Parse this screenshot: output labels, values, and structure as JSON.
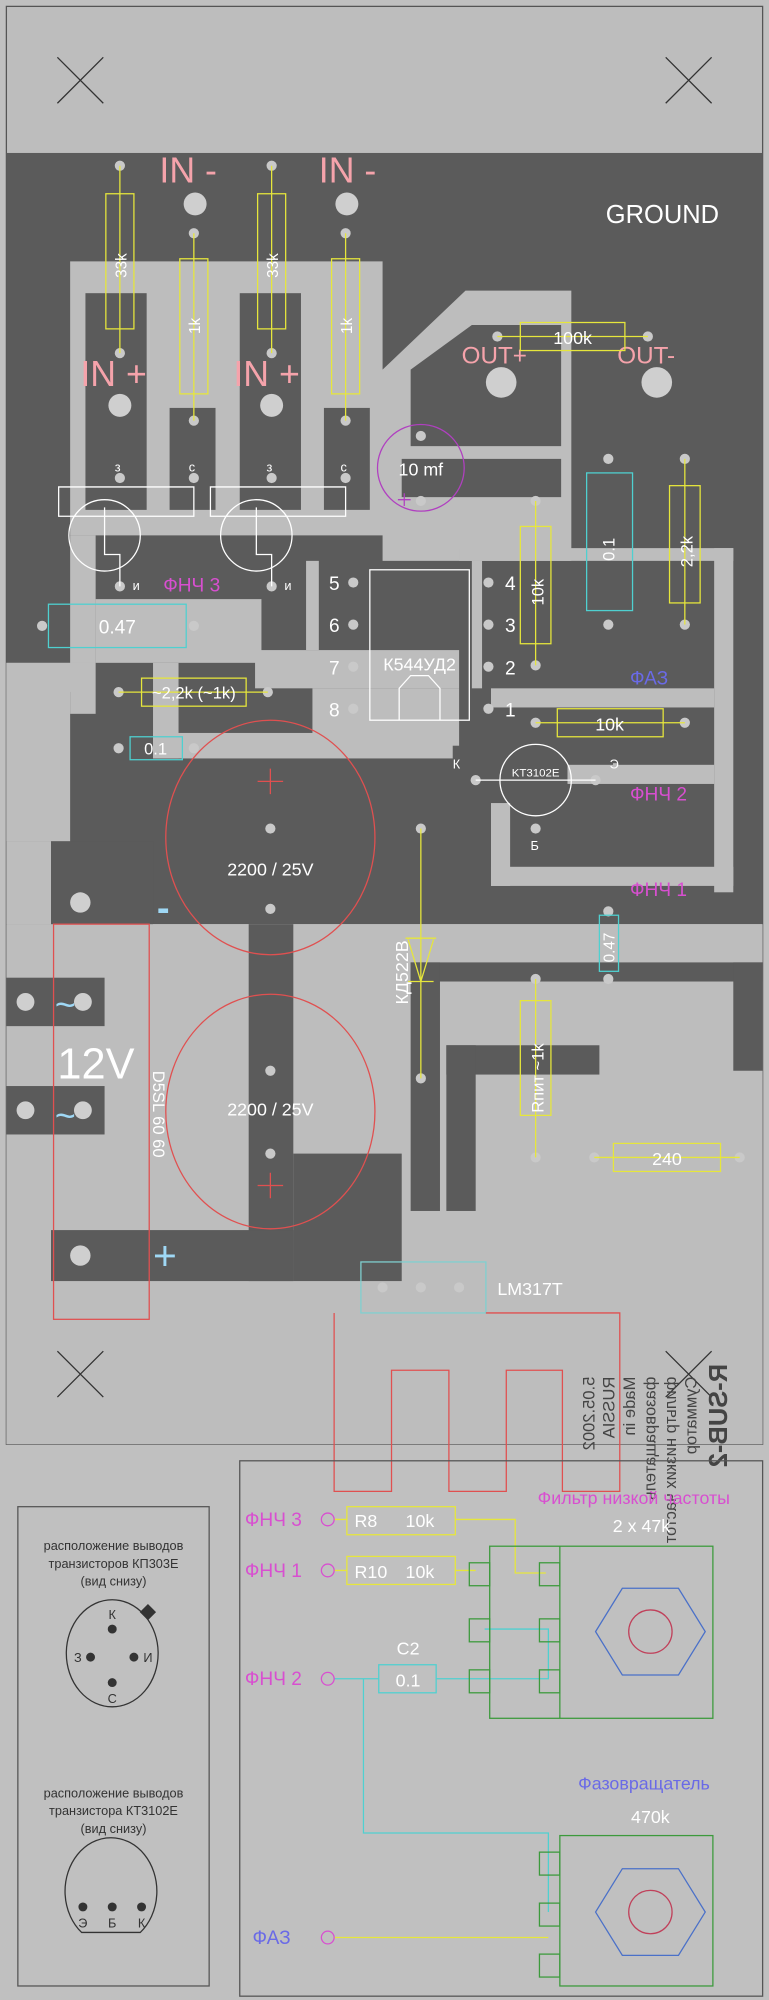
{
  "board": {
    "inputs_minus": [
      "IN -",
      "IN -"
    ],
    "inputs_plus": [
      "IN +",
      "IN +"
    ],
    "ground": "GROUND",
    "out_plus": "OUT+",
    "out_minus": "OUT-",
    "resistors": {
      "r33k_a": "33k",
      "r1k_a": "1k",
      "r33k_b": "33k",
      "r1k_b": "1k",
      "r100k": "100k",
      "r10k_v": "10k",
      "r2_2k": "2,2k",
      "r10k_h": "10k",
      "r_adj": "~2,2k (~1k)",
      "r_pit": "Rпит ~1k",
      "r240": "240"
    },
    "caps": {
      "c10mf": "10 mf",
      "c01_v": "0.1",
      "c047": "0.47",
      "c01_small": "0.1",
      "c047_v": "0.47",
      "c2200_a": "2200 / 25V",
      "c2200_b": "2200 / 25V"
    },
    "fet_pins": {
      "gate": "з",
      "drain": "с",
      "source": "и"
    },
    "net_labels": {
      "lpf3": "ФНЧ 3",
      "lpf2": "ФНЧ 2",
      "lpf1": "ФНЧ 1",
      "phase": "ФАЗ"
    },
    "ic": {
      "name": "К544УД2",
      "pins": [
        "1",
        "2",
        "3",
        "4",
        "5",
        "6",
        "7",
        "8"
      ]
    },
    "transistor": {
      "name": "KT3102E",
      "k": "К",
      "e": "Э",
      "b": "Б"
    },
    "diode": "КД522В",
    "regulator": "LM317T",
    "bridge": "D5SL 60 60",
    "supply": "12V",
    "ac_symbol": "~",
    "minus_symbol": "-",
    "plus_symbol": "+",
    "mirrored_text": [
      "R-SUB-2",
      "Сумматор",
      "фильтр низких частот",
      "фазовращатель",
      "Made in",
      "RUSSIA",
      "5.05.2002"
    ]
  },
  "legend_pinout": {
    "fet_title": [
      "расположение выводов",
      "транзисторов КП303Е",
      "(вид снизу)"
    ],
    "fet_pins": {
      "k": "К",
      "z": "З",
      "i": "И",
      "c": "С"
    },
    "bjt_title": [
      "расположение выводов",
      "транзистора КТ3102Е",
      "(вид снизу)"
    ],
    "bjt_pins": {
      "e": "Э",
      "b": "Б",
      "k": "К"
    }
  },
  "legend_wiring": {
    "lpf_title": "Фильтр низкой частоты",
    "lpf_pot": "2 x 47k",
    "phase_title": "Фазовращатель",
    "phase_pot": "470k",
    "rows": {
      "lpf3": "ФНЧ 3",
      "r8": "R8",
      "r8_val": "10k",
      "lpf1": "ФНЧ 1",
      "r10": "R10",
      "r10_val": "10k",
      "lpf2": "ФНЧ 2",
      "c2": "C2",
      "c2_val": "0.1",
      "phase": "ФАЗ"
    }
  }
}
